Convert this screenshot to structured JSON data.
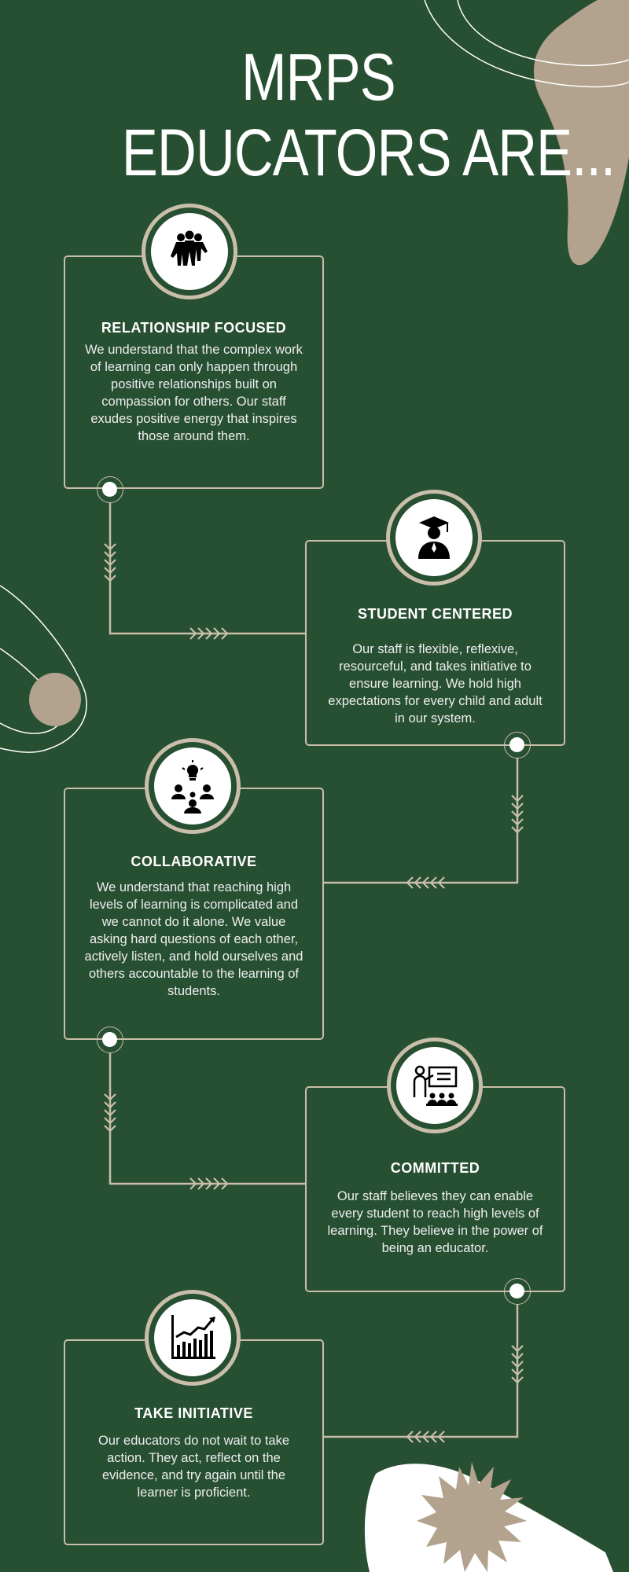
{
  "header": {
    "title_line1": "MRPS",
    "title_line2": "EDUCATORS ARE..."
  },
  "colors": {
    "background": "#274f32",
    "accent": "#c9bea9",
    "tan": "#b2a28e",
    "text": "#ffffff"
  },
  "traits": [
    {
      "title": "RELATIONSHIP FOCUSED",
      "icon": "group-hug-icon",
      "text": "We understand that the complex work of learning can only happen through positive relationships built on compassion for others. Our staff exudes positive energy that inspires those around them."
    },
    {
      "title": "STUDENT CENTERED",
      "icon": "graduate-icon",
      "text": "Our staff is flexible, reflexive, resourceful, and takes initiative to ensure learning. We hold high expectations for every child and adult in our system."
    },
    {
      "title": "COLLABORATIVE",
      "icon": "lightbulb-team-icon",
      "text": "We understand that reaching high levels of learning is complicated and we cannot do it alone. We value asking hard questions of each other, actively listen, and hold ourselves and others accountable to the learning of students."
    },
    {
      "title": "COMMITTED",
      "icon": "teacher-board-icon",
      "text": "Our staff believes they can enable every student to reach high levels of learning. They believe in the power of being an educator."
    },
    {
      "title": "TAKE INITIATIVE",
      "icon": "growth-chart-icon",
      "text": "Our educators do not wait to take action. They act, reflect on the evidence, and try again until the learner is proficient."
    }
  ]
}
